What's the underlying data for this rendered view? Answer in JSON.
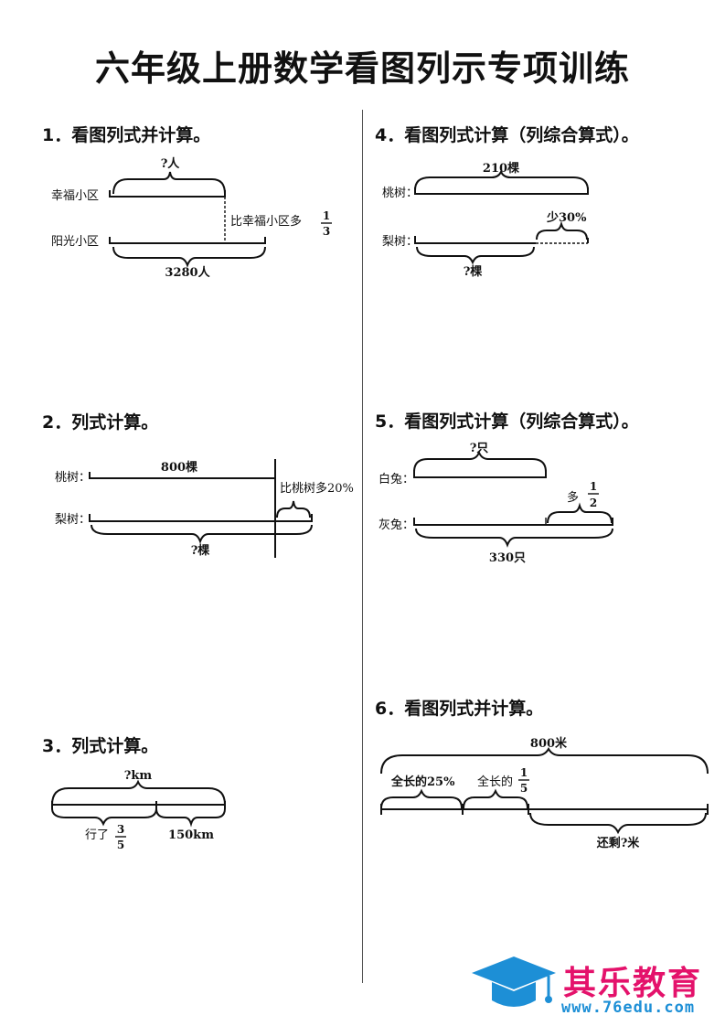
{
  "title": "六年级上册数学看图列示专项训练",
  "questions": [
    {
      "heading": "1．看图列式并计算。",
      "labels": {
        "row1": "幸福小区",
        "row2": "阳光小区",
        "top": "?人",
        "bottom": "3280人",
        "side": "比幸福小区多",
        "frac_num": "1",
        "frac_den": "3"
      }
    },
    {
      "heading": "2．列式计算。",
      "labels": {
        "row1": "桃树：",
        "row2": "梨树：",
        "top": "800棵",
        "bottom": "?棵",
        "side": "比桃树多20%"
      }
    },
    {
      "heading": "3．列式计算。",
      "labels": {
        "top": "?km",
        "left_prefix": "行了",
        "frac_num": "3",
        "frac_den": "5",
        "right": "150km"
      }
    },
    {
      "heading": "4．看图列式计算（列综合算式）。",
      "labels": {
        "row1": "桃树：",
        "row2": "梨树：",
        "top": "210棵",
        "less": "少30%",
        "bottom": "?棵"
      }
    },
    {
      "heading": "5．看图列式计算（列综合算式）。",
      "labels": {
        "row1": "白兔：",
        "row2": "灰兔：",
        "top": "?只",
        "more": "多",
        "frac_num": "1",
        "frac_den": "2",
        "bottom": "330只"
      }
    },
    {
      "heading": "6．看图列式并计算。",
      "labels": {
        "top": "800米",
        "seg1": "全长的25%",
        "seg2_prefix": "全长的",
        "frac_num": "1",
        "frac_den": "5",
        "bottom": "还剩?米"
      }
    }
  ],
  "brand": {
    "name": "其乐教育",
    "url": "www.76edu.com",
    "colors": {
      "name": "#e4126b",
      "url": "#1d8fd6",
      "cap": "#1d8fd6"
    }
  }
}
